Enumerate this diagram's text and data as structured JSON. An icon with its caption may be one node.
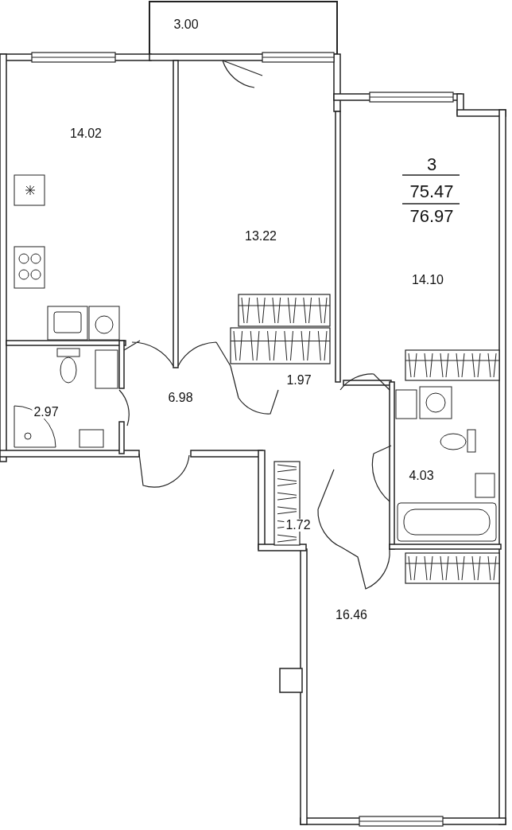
{
  "diagram": {
    "labels": [
      "3.00",
      "14.02",
      "13.22",
      "3",
      "75.47",
      "76.97",
      "14.10",
      "1.97",
      "6.98",
      "2.97",
      "4.03",
      "1.72",
      "16.46"
    ]
  }
}
